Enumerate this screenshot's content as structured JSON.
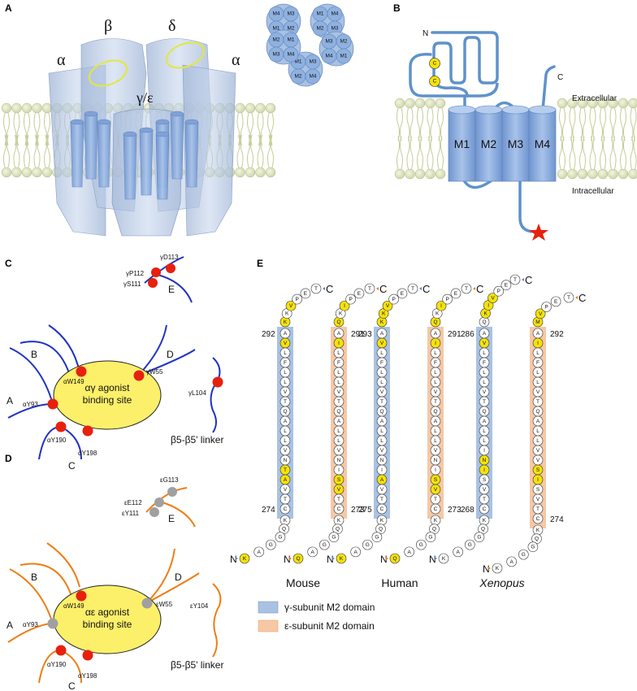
{
  "panels": {
    "A": "A",
    "B": "B",
    "C": "C",
    "D": "D",
    "E": "E"
  },
  "panel_a": {
    "alpha_left": "α",
    "beta": "β",
    "delta": "δ",
    "alpha_right": "α",
    "gamma_epsilon": "γ/ε",
    "top_view": [
      [
        "M4",
        "M3",
        "M1",
        "M2"
      ],
      [
        "M1",
        "M4",
        "M2",
        "M3"
      ],
      [
        "M3",
        "M2",
        "M4",
        "M1"
      ],
      [
        "M1",
        "M3",
        "M2",
        "M4"
      ],
      [
        "M2",
        "M1",
        "M3",
        "M4"
      ]
    ]
  },
  "panel_b": {
    "n_terminus": "N",
    "c_terminus": "C",
    "cys1": "C",
    "cys2": "C",
    "helices": [
      "M1",
      "M2",
      "M3",
      "M4"
    ],
    "extracellular": "Extracellular",
    "intracellular": "Intracellular"
  },
  "panel_c": {
    "residues_top": {
      "p112": "γP112",
      "d113": "γD113",
      "s111": "γS111",
      "loop_e": "E"
    },
    "site_line1": "αγ agonist",
    "site_line2": "binding site",
    "loop_a": "A",
    "loop_b": "B",
    "loop_c": "C",
    "loop_d": "D",
    "residues": {
      "w149": "αW149",
      "y93": "αY93",
      "y190": "αY190",
      "y198": "αY198",
      "w55": "γW55",
      "l104": "γL104"
    },
    "linker": "β5-β5' linker"
  },
  "panel_d": {
    "residues_top": {
      "e112": "εE112",
      "g113": "εG113",
      "y111": "εY111",
      "loop_e": "E"
    },
    "site_line1": "αε agonist",
    "site_line2": "binding site",
    "loop_a": "A",
    "loop_b": "B",
    "loop_c": "C",
    "loop_d": "D",
    "residues": {
      "w149": "αW149",
      "y93": "αY93",
      "y190": "αY190",
      "y198": "αY198",
      "w55": "εW55",
      "y104": "εY104"
    },
    "linker": "β5-β5' linker"
  },
  "panel_e": {
    "species": [
      {
        "name": "Mouse",
        "gamma": {
          "start": "292",
          "end": "274",
          "n": "N",
          "c": "C",
          "lower": [
            "K",
            "A",
            "G",
            "G",
            "Q",
            "K"
          ],
          "helix": [
            "A",
            "V",
            "L",
            "F",
            "L",
            "L",
            "V",
            "T",
            "Q",
            "A",
            "L",
            "L",
            "V",
            "N",
            "T",
            "A",
            "V",
            "T",
            "C"
          ],
          "upper": [
            "K",
            "K",
            "V",
            "P",
            "E",
            "T"
          ]
        },
        "epsilon": {
          "start": "291",
          "end": "273",
          "n": "N",
          "c": "C",
          "lower": [
            "Q",
            "A",
            "G",
            "G",
            "Q",
            "K"
          ],
          "helix": [
            "A",
            "I",
            "L",
            "F",
            "L",
            "L",
            "V",
            "T",
            "Q",
            "A",
            "L",
            "L",
            "V",
            "N",
            "I",
            "S",
            "V",
            "T",
            "C"
          ],
          "upper": [
            "Q",
            "K",
            "I",
            "P",
            "E",
            "T"
          ]
        }
      },
      {
        "name": "Human",
        "gamma": {
          "start": "293",
          "end": "275",
          "n": "N",
          "c": "C",
          "lower": [
            "K",
            "A",
            "G",
            "G",
            "Q",
            "K"
          ],
          "helix": [
            "A",
            "V",
            "L",
            "F",
            "L",
            "L",
            "V",
            "T",
            "Q",
            "A",
            "L",
            "L",
            "V",
            "N",
            "I",
            "A",
            "V",
            "T",
            "C"
          ],
          "upper": [
            "K",
            "K",
            "V",
            "P",
            "E",
            "T"
          ]
        },
        "epsilon": {
          "start": "291",
          "end": "273",
          "n": "N",
          "c": "C",
          "lower": [
            "Q",
            "A",
            "G",
            "G",
            "Q",
            "K"
          ],
          "helix": [
            "A",
            "I",
            "L",
            "F",
            "L",
            "L",
            "V",
            "T",
            "Q",
            "A",
            "L",
            "L",
            "V",
            "N",
            "I",
            "S",
            "V",
            "T",
            "C"
          ],
          "upper": [
            "Q",
            "K",
            "I",
            "P",
            "E",
            "T"
          ]
        }
      },
      {
        "name": "Xenopus",
        "gamma": {
          "start": "286",
          "end": "268",
          "n": "N",
          "c": "C",
          "lower": [
            "K",
            "A",
            "G",
            "G",
            "Q",
            "K"
          ],
          "helix": [
            "A",
            "V",
            "L",
            "F",
            "L",
            "L",
            "V",
            "T",
            "Q",
            "A",
            "L",
            "L",
            "I",
            "N",
            "I",
            "S",
            "V",
            "T",
            "C"
          ],
          "upper": [
            "Q",
            "K",
            "I",
            "V",
            "P",
            "E",
            "T"
          ]
        },
        "epsilon": {
          "start": "292",
          "end": "274",
          "n": "N",
          "c": "C",
          "lower": [
            "K",
            "A",
            "G",
            "G",
            "Q",
            "K"
          ],
          "helix": [
            "A",
            "I",
            "L",
            "F",
            "L",
            "L",
            "V",
            "T",
            "Q",
            "A",
            "L",
            "L",
            "V",
            "V",
            "S",
            "I",
            "S",
            "V",
            "T",
            "C"
          ],
          "upper": [
            "M",
            "V",
            "P",
            "E",
            "T"
          ]
        }
      }
    ],
    "legend_gamma": "γ-subunit M2 domain",
    "legend_epsilon": "ε-subunit M2 domain",
    "colors": {
      "gamma_box": "#a9c2e3",
      "epsilon_box": "#f6c8a6",
      "highlight": "#f5e20c",
      "circle": "#ffffff",
      "red_site": "#e8200e",
      "grey_site": "#a0a0a0",
      "blue_loop": "#1f33c4",
      "orange_loop": "#f07d14",
      "membrane": "#d8dfb5"
    }
  }
}
